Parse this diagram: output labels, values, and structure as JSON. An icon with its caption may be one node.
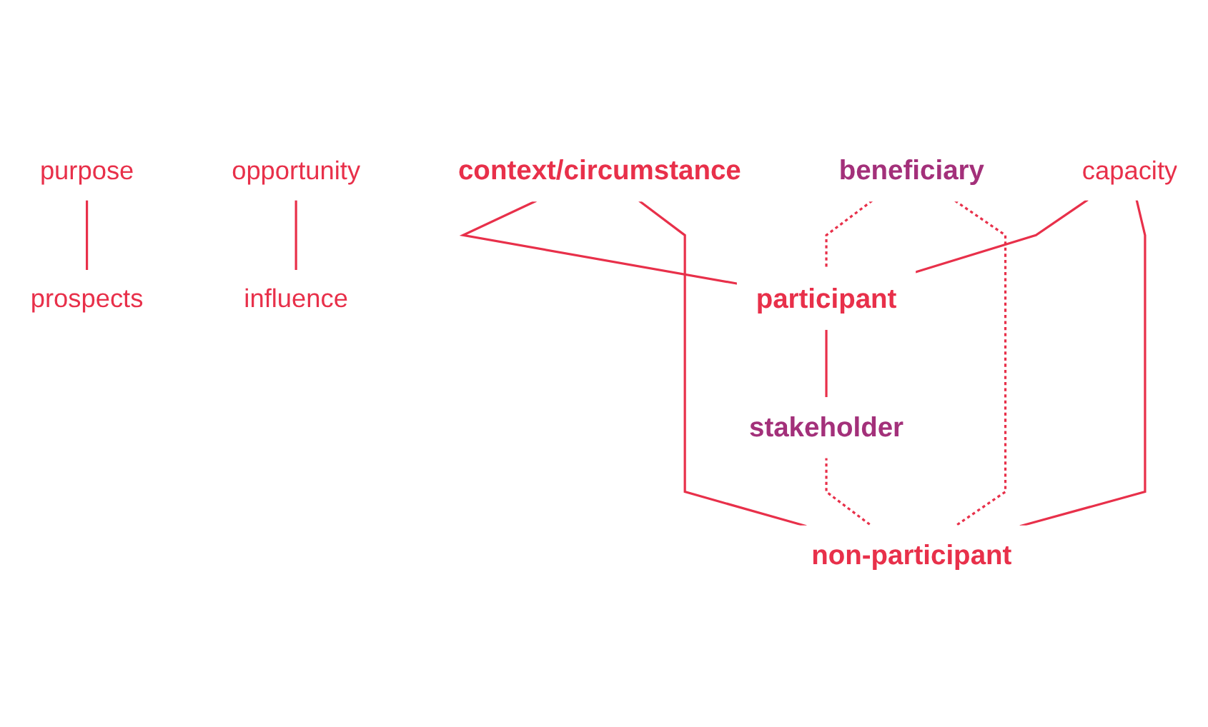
{
  "diagram": {
    "nodes": [
      {
        "text": [
          "context/circumstance"
        ]
      },
      {
        "text": [
          "purpose"
        ]
      },
      {
        "text": [
          "prospects"
        ]
      },
      {
        "text": [
          "opportunity"
        ]
      },
      {
        "text": [
          "influence"
        ]
      },
      {
        "text": [
          "beneficiary"
        ]
      },
      {
        "text": [
          "participant"
        ]
      },
      {
        "text": [
          "non-participant"
        ]
      },
      {
        "text": [
          "stakeholder"
        ]
      },
      {
        "text": [
          "capacity"
        ]
      }
    ],
    "edges": [
      {
        "from": 0,
        "to": 6,
        "arrow": "none"
      },
      {
        "from": 0,
        "to": 7,
        "arrow": "none"
      },
      {
        "from": 1,
        "to": 2,
        "arrow": "none"
      },
      {
        "from": 3,
        "to": 4,
        "arrow": "none"
      },
      {
        "from": 5,
        "to": 6,
        "arrow": "none",
        "style": "dashed"
      },
      {
        "from": 6,
        "to": 8,
        "arrow": "none"
      },
      {
        "from": 9,
        "to": 6,
        "arrow": "none"
      },
      {
        "from": 9,
        "to": 7,
        "arrow": "none"
      },
      {
        "from": 5,
        "to": 7,
        "arrow": "none",
        "style": "dashed"
      },
      {
        "from": 8,
        "to": 7,
        "arrow": "none",
        "style": "dashed"
      }
    ]
  }
}
